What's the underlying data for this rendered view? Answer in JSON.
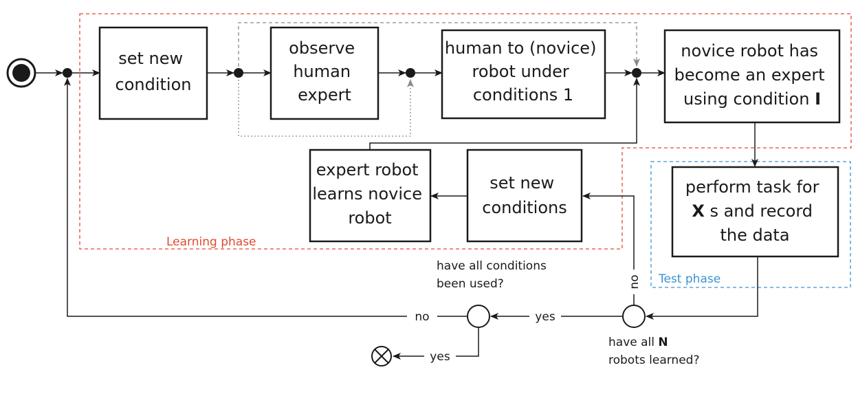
{
  "colors": {
    "learning": "#e2492d",
    "test": "#3a93d0",
    "ink": "#1a1a1a",
    "dashed_gray": "#8a8a8a"
  },
  "regions": {
    "learning_label": "Learning phase",
    "test_label": "Test phase"
  },
  "boxes": {
    "set_new_condition": {
      "lines": [
        "set new",
        "condition"
      ]
    },
    "observe_expert": {
      "lines": [
        "observe",
        "human",
        "expert"
      ]
    },
    "human_to_robot": {
      "lines": [
        "human to (novice)",
        "robot under",
        "conditions 1"
      ]
    },
    "novice_expert": {
      "line1": "novice robot has",
      "line2": "become an expert",
      "line3": "using condition ",
      "line3_bold": "I"
    },
    "expert_learns": {
      "lines": [
        "expert robot",
        "learns novice",
        "robot"
      ]
    },
    "set_new_conditions": {
      "lines": [
        "set new",
        "conditions"
      ]
    },
    "perform_task": {
      "line1": "perform task for",
      "line2_bold": "X",
      "line2": " s and record",
      "line3": "the data"
    }
  },
  "decisions": {
    "all_robots": {
      "q1_pre": "have all ",
      "q1_bold": "N",
      "q2": "robots learned?",
      "no": "no",
      "yes": "yes"
    },
    "all_conditions": {
      "q1": "have all conditions",
      "q2": "been used?",
      "no": "no",
      "yes": "yes"
    }
  }
}
